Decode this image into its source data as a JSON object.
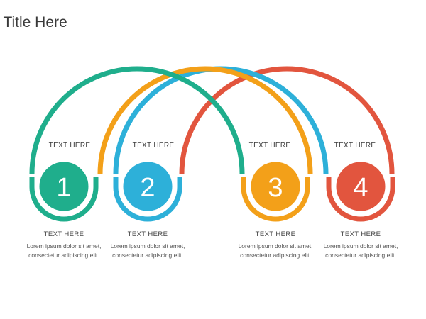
{
  "title": "r Title Here",
  "colors": {
    "teal": "#1fae8c",
    "orange": "#f3a019",
    "blue": "#2db0d9",
    "red": "#e2553e"
  },
  "steps": [
    {
      "number": "1",
      "label": "TEXT HERE",
      "desc_title": "TEXT HERE",
      "desc_body": "Lorem ipsum dolor sit amet, consectetur adipiscing elit.",
      "color": "#1fae8c"
    },
    {
      "number": "2",
      "label": "TEXT HERE",
      "desc_title": "TEXT HERE",
      "desc_body": "Lorem ipsum dolor sit amet, consectetur adipiscing elit.",
      "color": "#2db0d9"
    },
    {
      "number": "3",
      "label": "TEXT HERE",
      "desc_title": "TEXT HERE",
      "desc_body": "Lorem ipsum dolor sit amet, consectetur adipiscing elit.",
      "color": "#f3a019"
    },
    {
      "number": "4",
      "label": "TEXT HERE",
      "desc_title": "TEXT HERE",
      "desc_body": "Lorem ipsum dolor sit amet, consectetur adipiscing elit.",
      "color": "#e2553e"
    }
  ]
}
